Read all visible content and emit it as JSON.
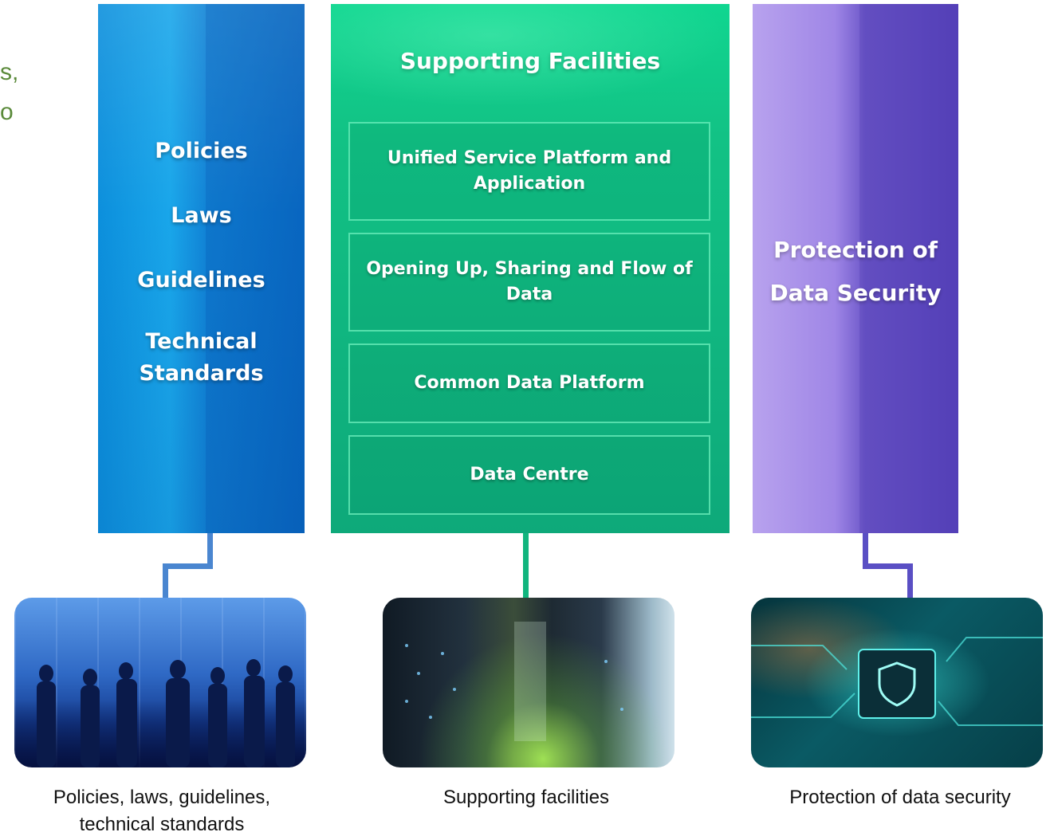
{
  "clipped_left_text": {
    "line1": "s,",
    "line2": "o"
  },
  "columns": {
    "legal": {
      "items": [
        "Policies",
        "Laws",
        "Guidelines",
        "Technical Standards"
      ],
      "color": "#1590e0"
    },
    "facilities": {
      "title": "Supporting Facilities",
      "layers": [
        "Unified Service Platform and Application",
        "Opening Up, Sharing and Flow of Data",
        "Common Data Platform",
        "Data Centre"
      ],
      "color": "#12c285"
    },
    "security": {
      "title": "Protection of Data Security",
      "color": "#7a62d4"
    }
  },
  "photos": [
    {
      "icon": "business-people-city-photo",
      "caption": "Policies, laws, guidelines, technical standards"
    },
    {
      "icon": "server-room-photo",
      "caption": "Supporting facilities"
    },
    {
      "icon": "circuit-shield-photo",
      "caption": "Protection of data security"
    }
  ]
}
